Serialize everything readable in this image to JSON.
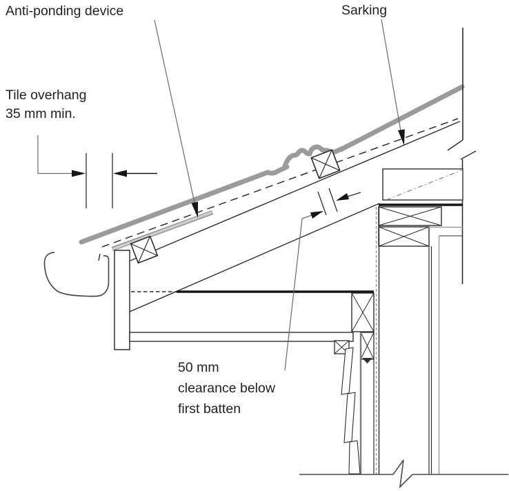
{
  "figure": {
    "kind": "construction-detail-drawing",
    "labels": {
      "anti_ponding": "Anti-ponding device",
      "sarking": "Sarking",
      "tile_overhang_line1": "Tile overhang",
      "tile_overhang_line2": "35 mm min.",
      "clearance_line1": "50 mm",
      "clearance_line2": "clearance below",
      "clearance_line3": "first batten"
    },
    "colors": {
      "background": "#ffffff",
      "line": "#2d2d2d",
      "thick_line": "#161616",
      "tile_gray": "#9b9b9b",
      "strip_gray_edge": "#9a9a9a",
      "strip_gray_fill": "#cfcfcf",
      "cladding_gray": "#7d7d7d",
      "text": "#231f20"
    }
  }
}
